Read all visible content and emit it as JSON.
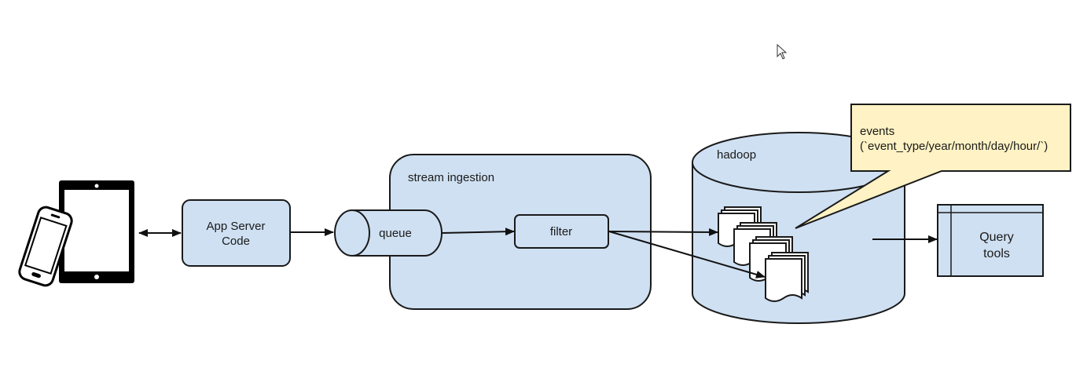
{
  "colors": {
    "node_fill": "#cfe0f2",
    "stroke": "#1a1a1a",
    "callout_fill": "#fff2c4",
    "device": "#000000"
  },
  "icons": [
    "smartphone-icon",
    "tablet-icon",
    "document-stack-icon",
    "cursor-icon"
  ],
  "nodes": {
    "app_server": {
      "line1": "App Server",
      "line2": "Code"
    },
    "stream_ingestion": {
      "label": "stream ingestion"
    },
    "queue": {
      "label": "queue"
    },
    "filter": {
      "label": "filter"
    },
    "hadoop": {
      "label": "hadoop"
    },
    "query_tools": {
      "line1": "Query",
      "line2": "tools"
    }
  },
  "callout": {
    "line1": "events",
    "line2": "(`event_type/year/month/day/hour/`)"
  },
  "edges": [
    {
      "from": "devices",
      "to": "app_server",
      "bidirectional": true
    },
    {
      "from": "app_server",
      "to": "queue"
    },
    {
      "from": "queue",
      "to": "filter"
    },
    {
      "from": "filter",
      "to": "hadoop",
      "note": "event files (upper stack)"
    },
    {
      "from": "filter",
      "to": "hadoop",
      "note": "event files (lower stack)"
    },
    {
      "from": "hadoop",
      "to": "query_tools"
    }
  ]
}
